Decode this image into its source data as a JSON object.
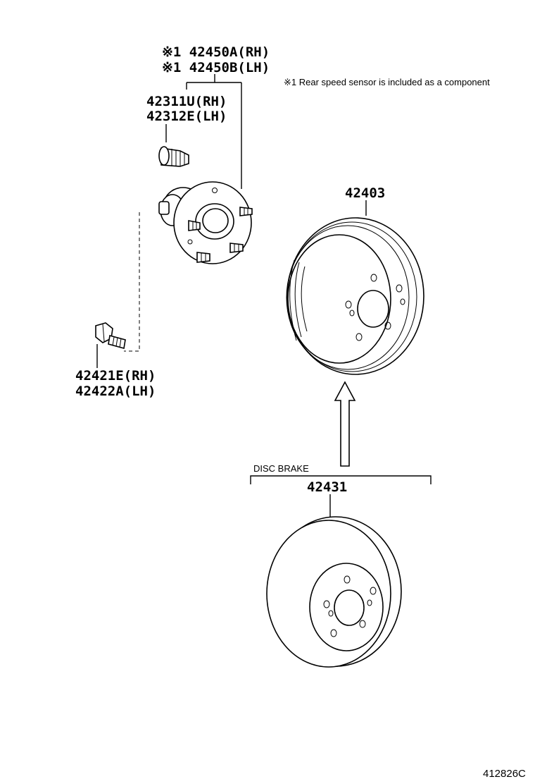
{
  "note": "※1 Rear speed sensor is included as a component",
  "figure_number": "412826C",
  "parts": {
    "hub_rh": "※1 42450A(RH)",
    "hub_lh": "※1 42450B(LH)",
    "stud_rh": "42311U(RH)",
    "stud_lh": "42312E(LH)",
    "bolt_rh": "42421E(RH)",
    "bolt_lh": "42422A(LH)",
    "drum": "42403",
    "disc_group_label": "DISC BRAKE",
    "disc": "42431"
  }
}
